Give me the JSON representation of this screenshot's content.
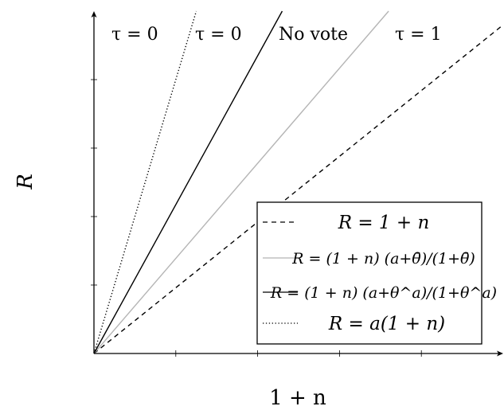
{
  "chart_data": {
    "type": "line",
    "xlabel": "1 + n",
    "ylabel": "R",
    "x_range": [
      0,
      5
    ],
    "y_range": [
      0,
      5
    ],
    "series": [
      {
        "name": "R = 1 + n",
        "style": "dashed",
        "color": "#000000",
        "slope": 1.0,
        "points": [
          [
            0,
            0
          ],
          [
            5,
            4.8
          ]
        ]
      },
      {
        "name": "R = (1 + n) (a+θ̄)/(1+θ̄)",
        "style": "solid-light",
        "color": "#b5b5b5",
        "slope": 1.36,
        "points": [
          [
            0,
            0
          ],
          [
            3.6,
            5
          ]
        ]
      },
      {
        "name": "R = (1 + n) (a+θ^a)/(1+θ^a)",
        "style": "solid",
        "color": "#000000",
        "slope": 2.1,
        "points": [
          [
            0,
            0
          ],
          [
            2.3,
            5
          ]
        ]
      },
      {
        "name": "R = a(1 + n)",
        "style": "dotted",
        "color": "#000000",
        "slope": 4.0,
        "points": [
          [
            0,
            0
          ],
          [
            1.25,
            5
          ]
        ]
      }
    ],
    "region_labels": [
      "τ = 0",
      "τ = 0",
      "No vote",
      "τ = 1"
    ],
    "legend_position": "bottom-right",
    "grid": false
  }
}
